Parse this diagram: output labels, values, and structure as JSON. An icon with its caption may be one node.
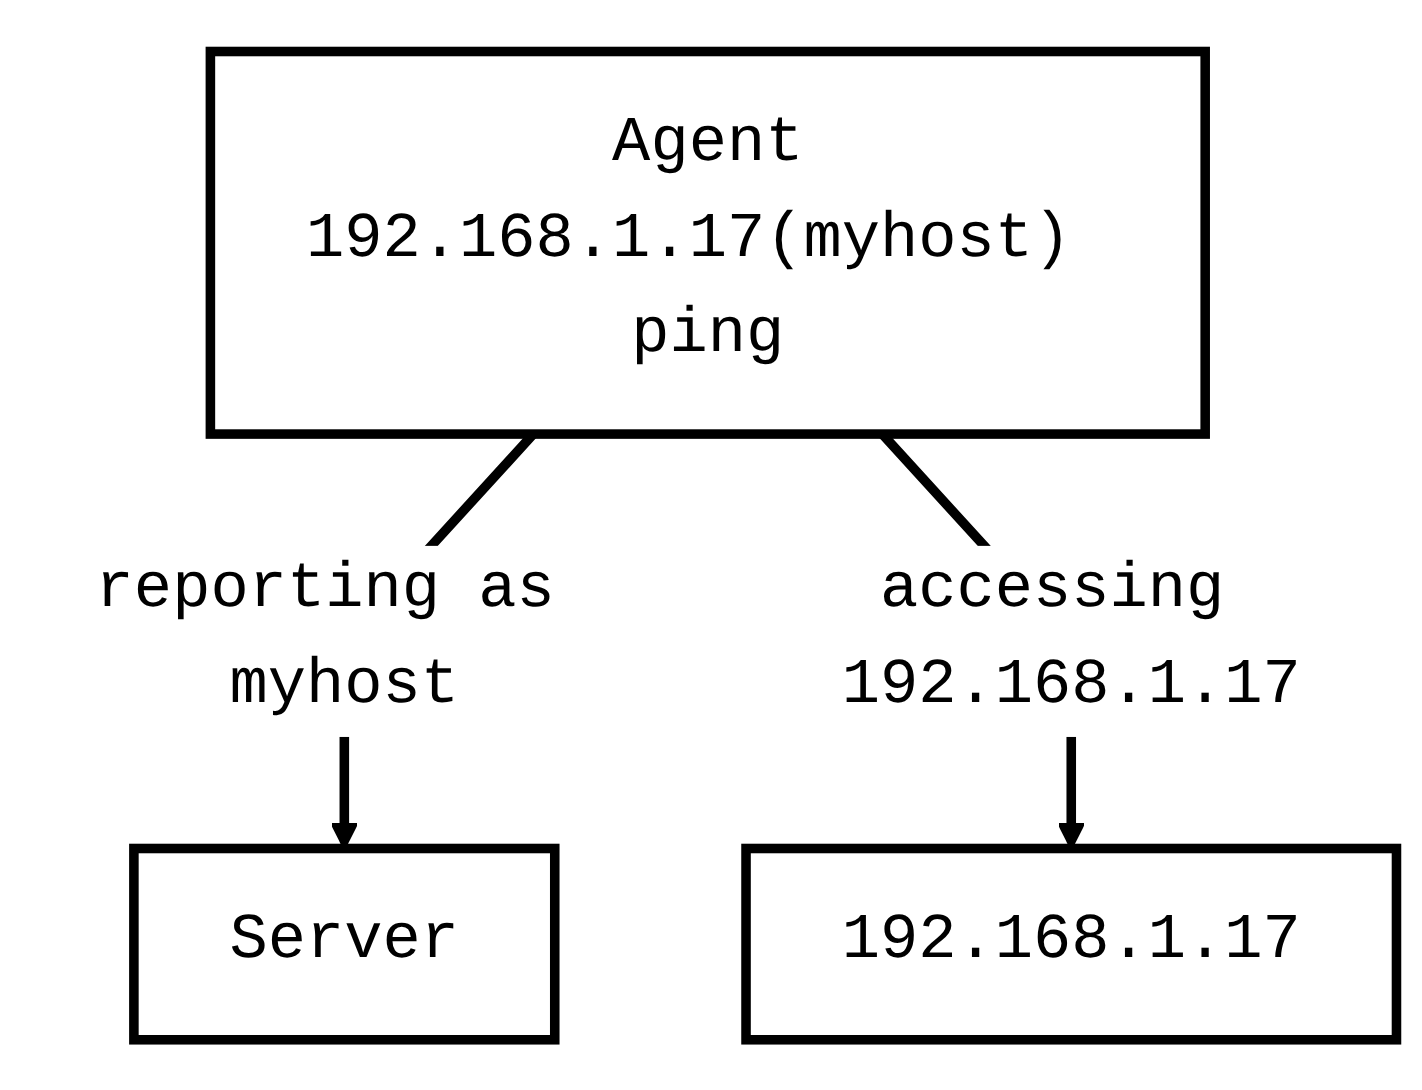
{
  "diagram": {
    "nodes": [
      {
        "text": [
          "Server"
        ]
      },
      {
        "text": [
          "Agent",
          "192.168.1.17(myhost) ping"
        ]
      },
      {
        "text": [
          "192.168.1.17"
        ]
      }
    ],
    "edges": [
      {
        "from": 1,
        "to": 0,
        "arrow": "to",
        "label": "reporting as myhost"
      },
      {
        "from": 1,
        "to": 2,
        "arrow": "to",
        "label": "accessing 192.168.1.17"
      }
    ]
  }
}
